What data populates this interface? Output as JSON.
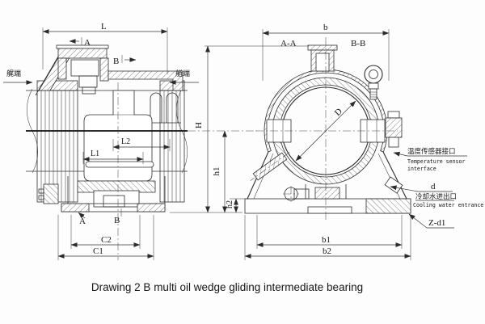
{
  "colors": {
    "background": "#fdfdfd",
    "line": "#2e2e2e",
    "text": "#161616"
  },
  "caption": "Drawing 2 B multi oil wedge gliding intermediate bearing",
  "left_view": {
    "end_label_left": "艉端",
    "end_label_right": "艏端",
    "dims": {
      "L": "L",
      "A_top": "A",
      "B_top": "B",
      "L1": "L1",
      "L2": "L2",
      "A_bottom": "A",
      "B_bottom": "B",
      "C2": "C2",
      "C1": "C1"
    }
  },
  "height_dims": {
    "H": "H",
    "h1": "h1",
    "h2": "h2"
  },
  "right_view": {
    "dims": {
      "b": "b",
      "D": "D",
      "d": "d",
      "b1": "b1",
      "b2": "b2",
      "Z_d1": "Z-d1"
    },
    "sections": {
      "AA": "A-A",
      "BB": "B-B"
    },
    "callouts": {
      "temp_sensor_zh": "温度传感器接口",
      "temp_sensor_en1": "Temperature sensor",
      "temp_sensor_en2": "interface",
      "cooling_zh": "冷却水进出口",
      "cooling_en": "Cooling water entrance"
    }
  }
}
